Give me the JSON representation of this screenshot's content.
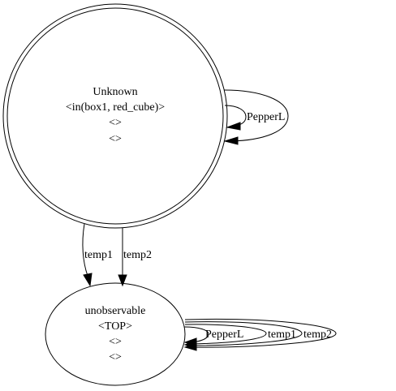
{
  "nodes": {
    "unknown": {
      "name": "Unknown",
      "line1": "<in(box1, red_cube)>",
      "line2": "<>",
      "line3": "<>"
    },
    "unobservable": {
      "name": "unobservable",
      "line1": "<TOP>",
      "line2": "<>",
      "line3": "<>"
    }
  },
  "edges": {
    "unknown_self": "PepperL",
    "unknown_to_unobs_1": "temp1",
    "unknown_to_unobs_2": "temp2",
    "unobs_self_1": "PepperL",
    "unobs_self_2": "temp1",
    "unobs_self_3": "temp2"
  }
}
